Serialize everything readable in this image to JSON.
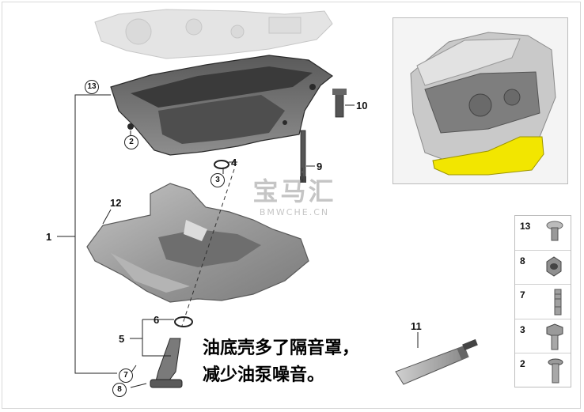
{
  "watermark": {
    "title": "宝马汇",
    "subtitle": "BMWCHE.CN"
  },
  "caption": {
    "line1": "油底壳多了隔音罩，",
    "line2": "减少油泵噪音。"
  },
  "callouts": {
    "p1": "1",
    "p2": "2",
    "p3": "3",
    "p4": "4",
    "p5": "5",
    "p6": "6",
    "p7": "7",
    "p8": "8",
    "p9": "9",
    "p10": "10",
    "p11": "11",
    "p12": "12",
    "p13": "13"
  },
  "legend": [
    {
      "number": "13",
      "icon": "push-rivet-icon"
    },
    {
      "number": "8",
      "icon": "hex-nut-icon"
    },
    {
      "number": "7",
      "icon": "stud-bolt-icon"
    },
    {
      "number": "3",
      "icon": "hex-bolt-icon"
    },
    {
      "number": "2",
      "icon": "flange-bolt-icon"
    }
  ],
  "colors": {
    "highlight": "#f2e600",
    "part_gray": "#8c8c8c",
    "dark_gray": "#3c3c3c"
  }
}
